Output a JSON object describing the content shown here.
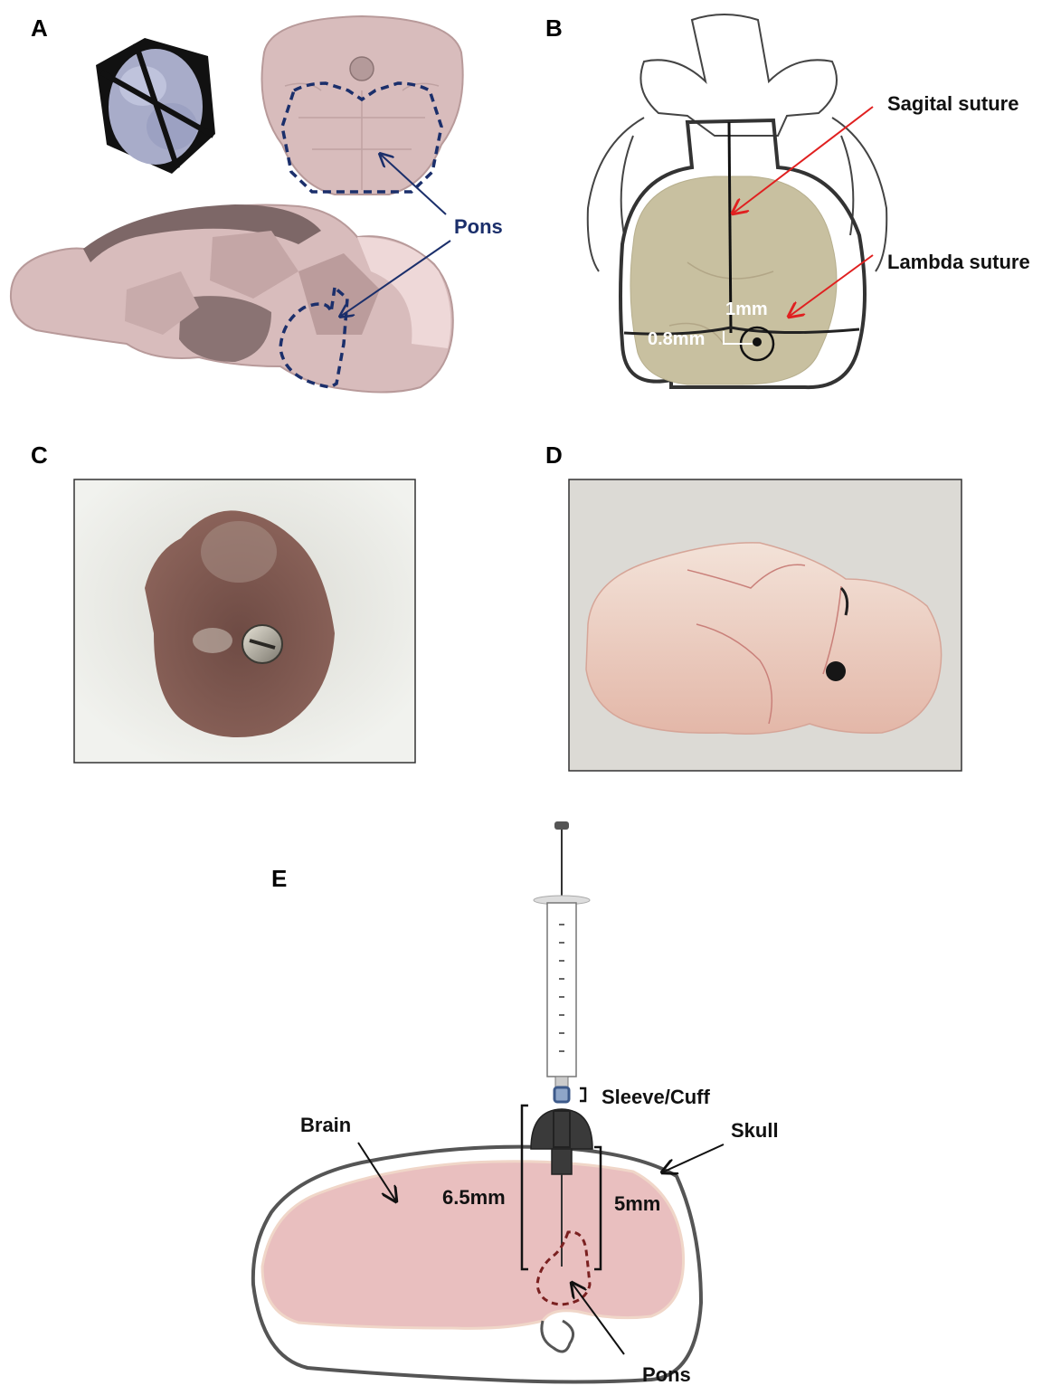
{
  "panels": {
    "a": {
      "letter": "A",
      "pons_label": "Pons"
    },
    "b": {
      "letter": "B",
      "sagital_label": "Sagital suture",
      "lambda_label": "Lambda suture",
      "dim_1": "1mm",
      "dim_2": "0.8mm"
    },
    "c": {
      "letter": "C"
    },
    "d": {
      "letter": "D"
    },
    "e": {
      "letter": "E",
      "sleeve_label": "Sleeve/Cuff",
      "brain_label": "Brain",
      "skull_label": "Skull",
      "depth_1": "6.5mm",
      "depth_2": "5mm",
      "pons_label": "Pons"
    }
  },
  "colors": {
    "pons_outline_a": "#1b2f6b",
    "suture_arrow": "#e02020",
    "brain_fill": "#e9bfbf",
    "pons_outline_e": "#7a2020"
  }
}
